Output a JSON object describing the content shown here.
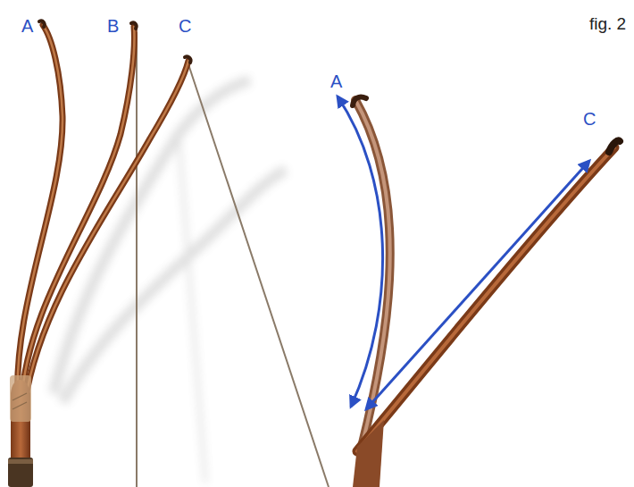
{
  "diagram": {
    "labels": [
      "A",
      "B",
      "C",
      "fig. 2",
      "A",
      "C"
    ]
  }
}
